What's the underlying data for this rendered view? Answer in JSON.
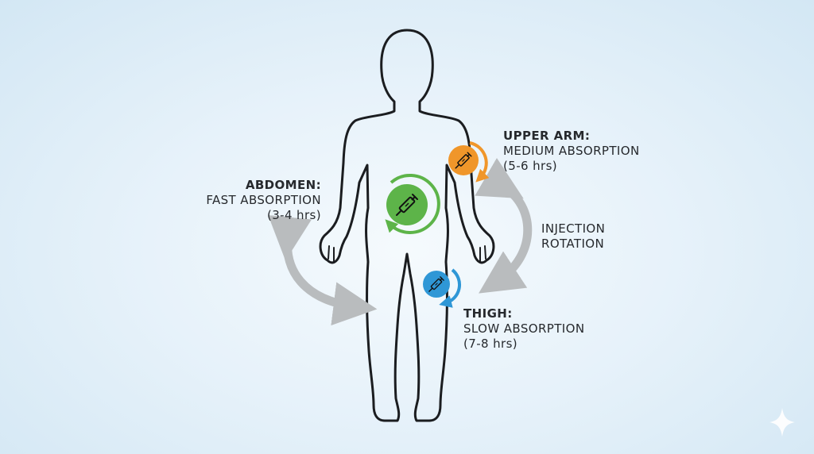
{
  "sites": {
    "abdomen": {
      "title": "ABDOMEN:",
      "absorption": "FAST ABSORPTION",
      "duration": "(3-4 hrs)",
      "color": "#5db449"
    },
    "upper_arm": {
      "title": "UPPER ARM:",
      "absorption": "MEDIUM ABSORPTION",
      "duration": "(5-6 hrs)",
      "color": "#f0962a"
    },
    "thigh": {
      "title": "THIGH:",
      "absorption": "SLOW ABSORPTION",
      "duration": "(7-8 hrs)",
      "color": "#2f97d6"
    }
  },
  "rotation": {
    "line1": "INJECTION",
    "line2": "ROTATION",
    "arrow_color": "#b9bcbe"
  },
  "icons": {
    "site_icon": "syringe-icon",
    "corner_icon": "sparkle-icon"
  }
}
